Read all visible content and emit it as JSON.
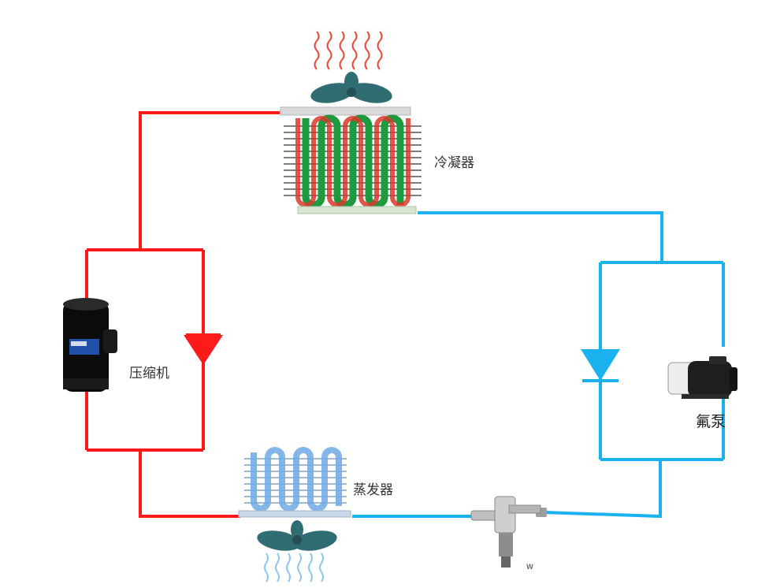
{
  "labels": {
    "condenser": "冷凝器",
    "compressor": "压缩机",
    "evaporator": "蒸发器",
    "pump": "氟泵",
    "valve_small": "",
    "valve_tag": "W"
  },
  "colors": {
    "hot_pipe": "#ff1a1a",
    "cold_pipe": "#1ab2ee",
    "fan": "#2f6d73",
    "compressor_body": "#0b0b0b",
    "pump_body": "#1e1e1e"
  },
  "icons": {
    "compressor": "scroll-compressor-icon",
    "pump": "refrigerant-pump-icon",
    "condenser": "condenser-coil-icon",
    "evaporator": "evaporator-coil-icon",
    "expansion_valve": "expansion-valve-icon",
    "fan": "fan-icon",
    "check_valve": "diode-check-valve-icon"
  }
}
